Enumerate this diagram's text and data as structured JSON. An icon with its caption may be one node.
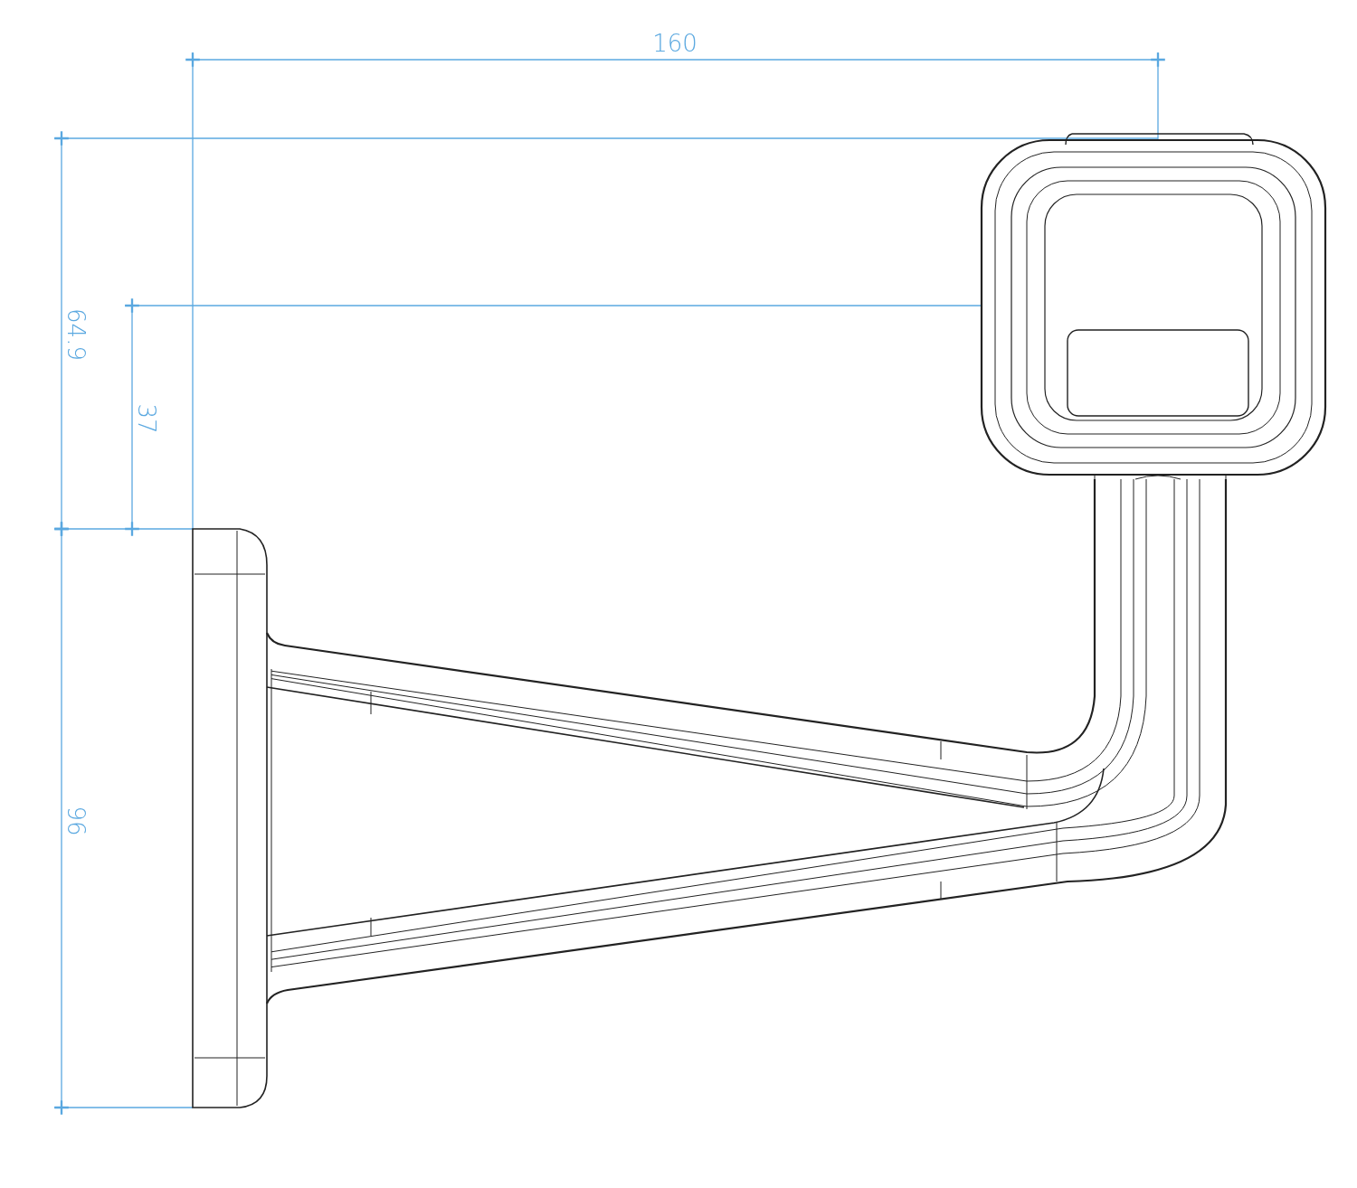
{
  "diagram": {
    "labels": [
      "160",
      "64.9",
      "37",
      "96"
    ]
  }
}
